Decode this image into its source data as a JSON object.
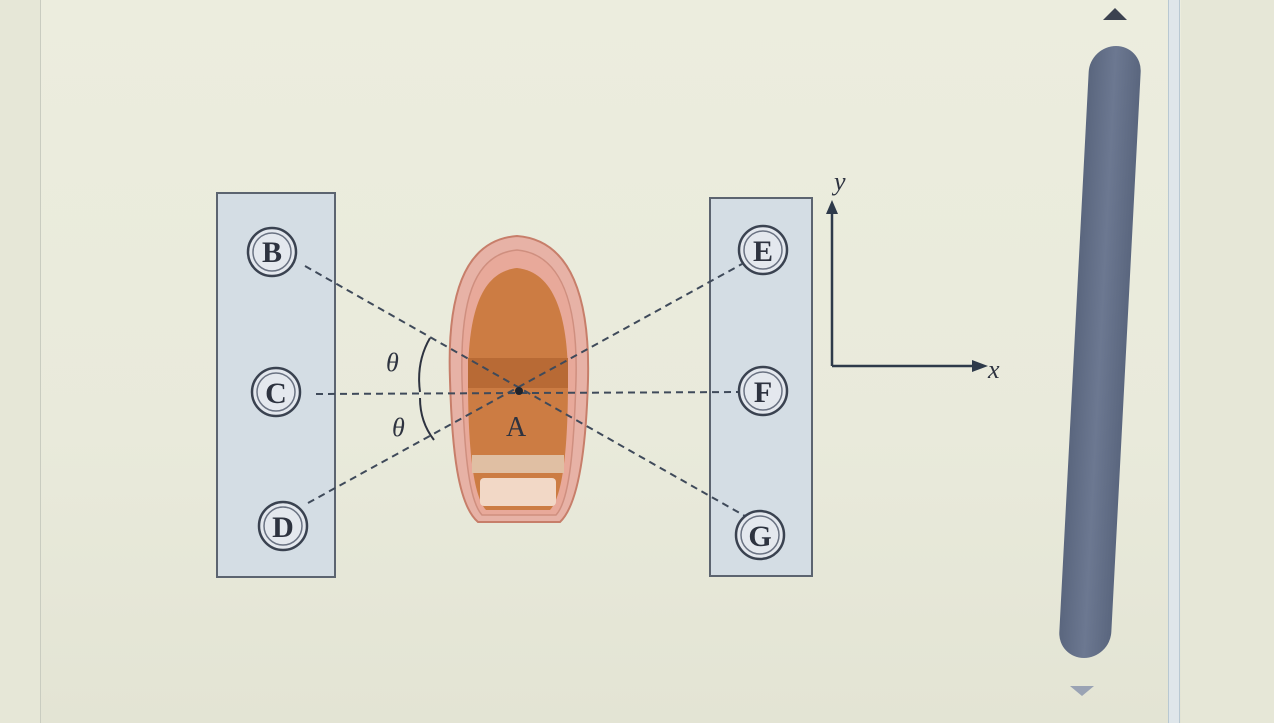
{
  "diagram": {
    "points": {
      "A": "A",
      "B": "B",
      "C": "C",
      "D": "D",
      "E": "E",
      "F": "F",
      "G": "G"
    },
    "angle_top": "θ",
    "angle_bottom": "θ",
    "axis_x": "x",
    "axis_y": "y"
  },
  "colors": {
    "panel_fill": "#d4dde4",
    "panel_stroke": "#5c6470",
    "boat_hull": "#cf7e45",
    "boat_rim": "#e9a58c",
    "line": "#3f4a5a"
  }
}
